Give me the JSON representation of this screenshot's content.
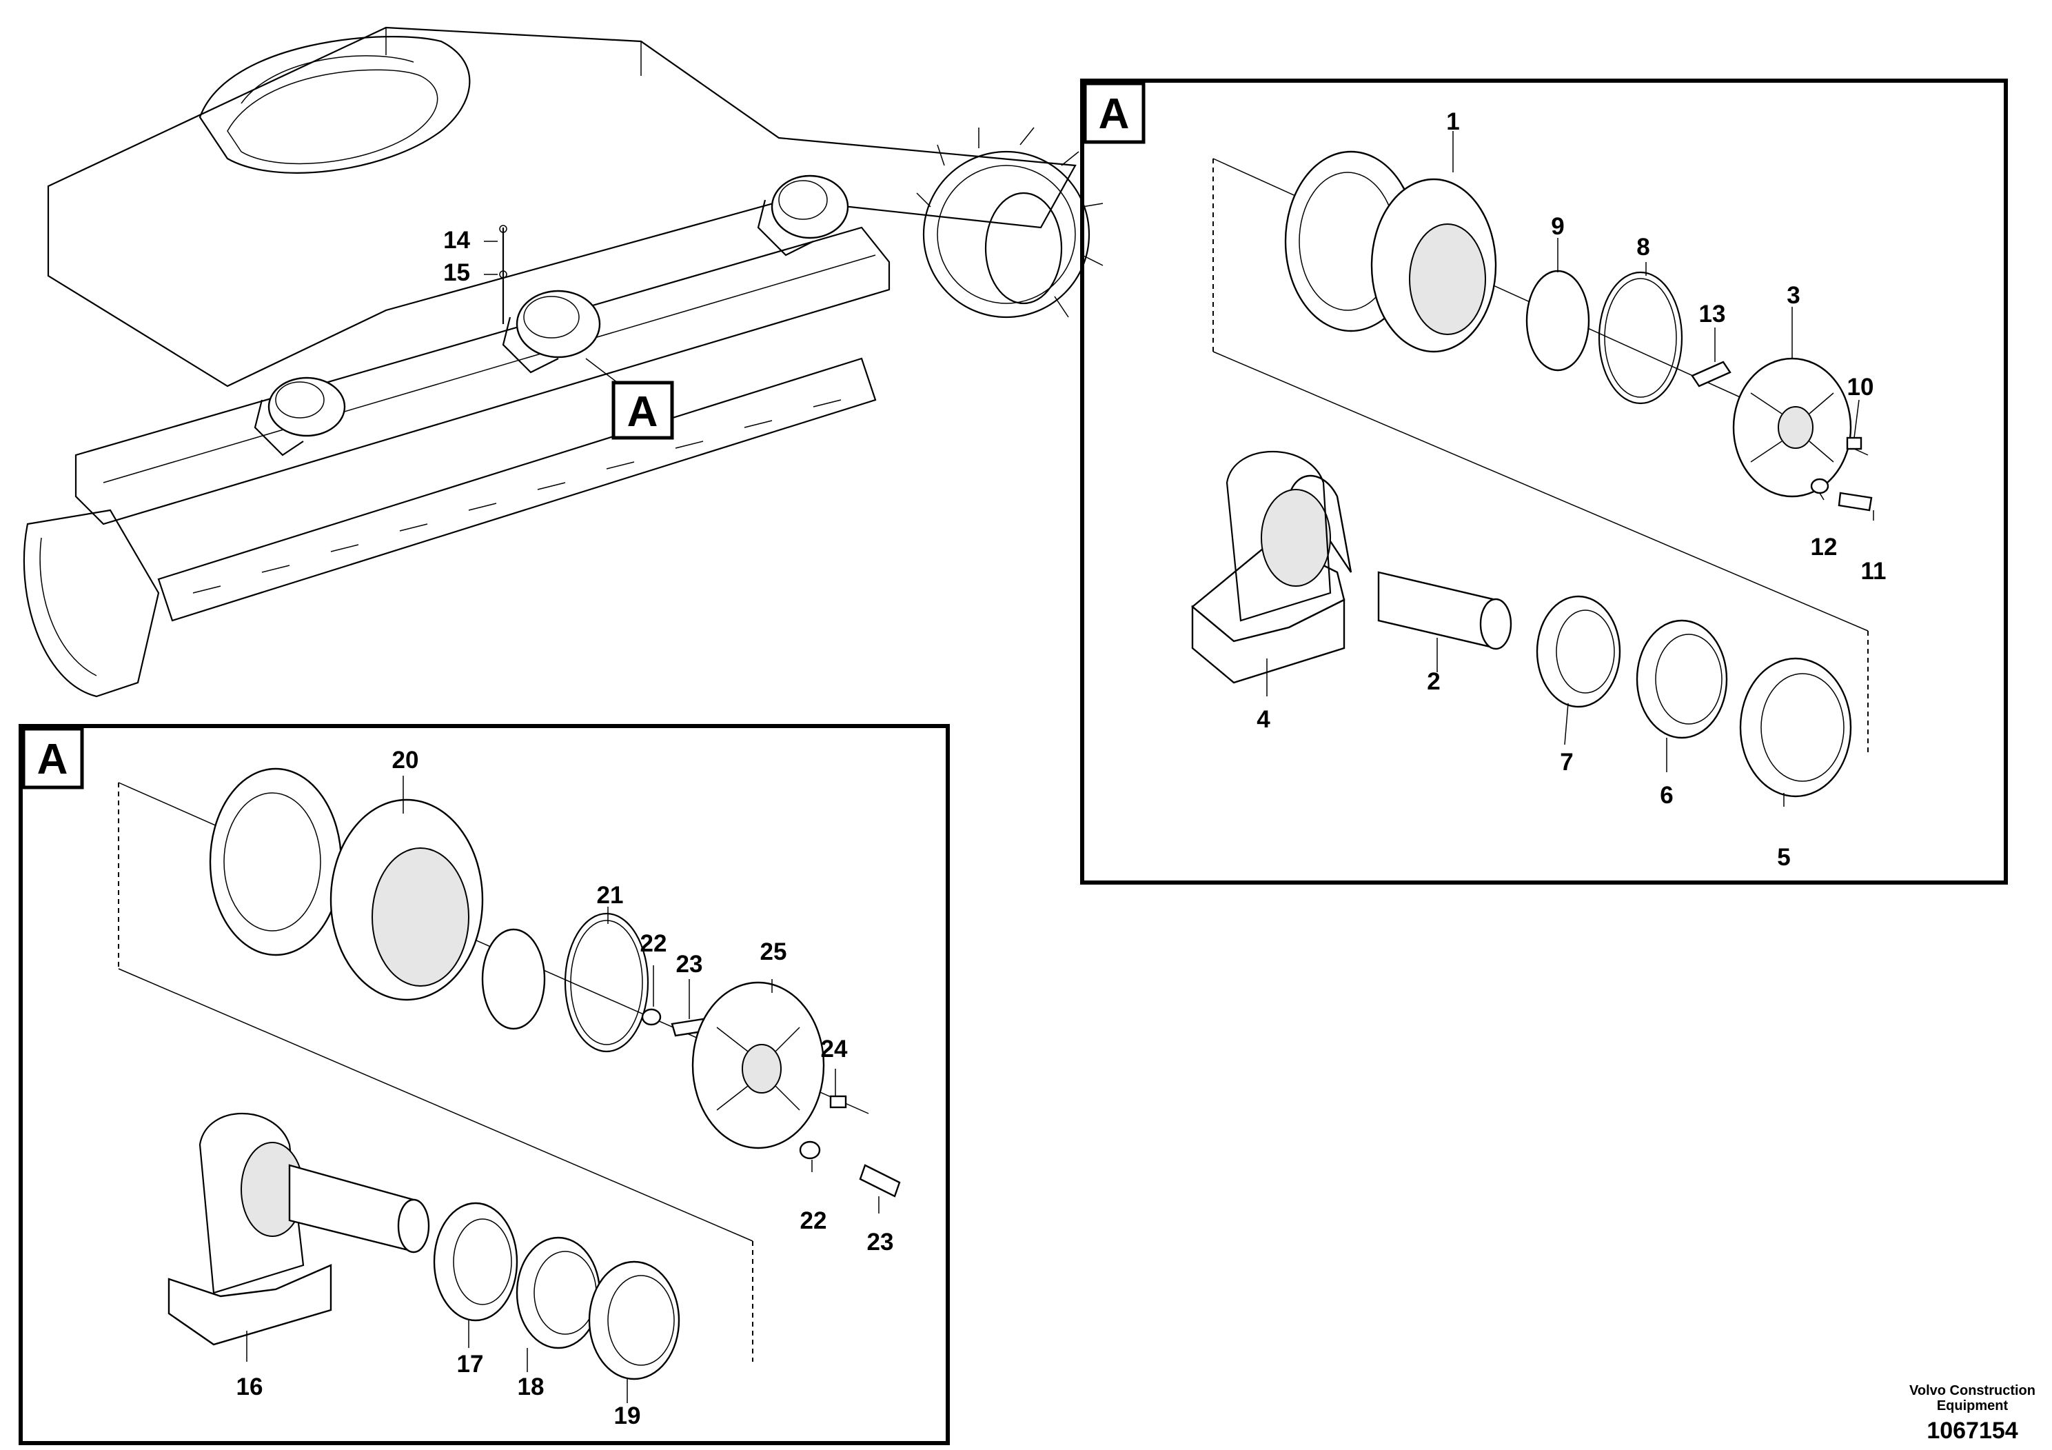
{
  "view_tag": "A",
  "overview": {
    "callouts": [
      "14",
      "15"
    ]
  },
  "panel_upper": {
    "tag": "A",
    "callouts": [
      "1",
      "9",
      "8",
      "13",
      "3",
      "10",
      "12",
      "11",
      "2",
      "4",
      "7",
      "6",
      "5"
    ]
  },
  "panel_lower": {
    "tag": "A",
    "callouts": [
      "20",
      "21",
      "22",
      "23",
      "25",
      "24",
      "22",
      "23",
      "16",
      "17",
      "18",
      "19"
    ]
  },
  "footer": {
    "brand": "Volvo Construction Equipment",
    "brand_line1": "Volvo Construction",
    "brand_line2": "Equipment",
    "doc_number": "1067154"
  }
}
